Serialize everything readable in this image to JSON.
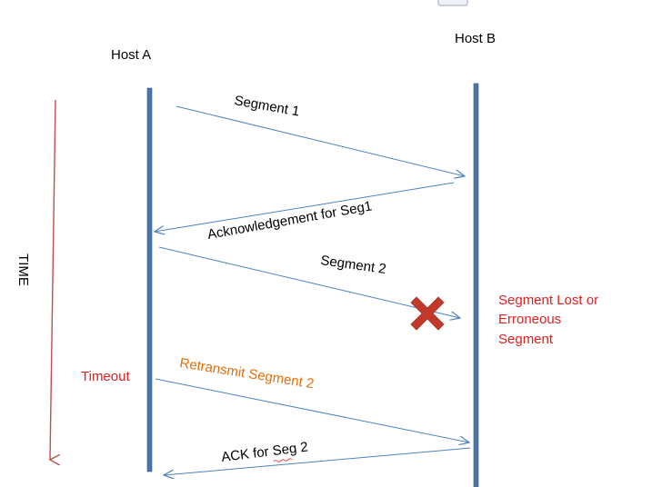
{
  "hosts": {
    "a": "Host A",
    "b": "Host B"
  },
  "time_axis": {
    "label": "TIME"
  },
  "messages": {
    "segment_1": "Segment 1",
    "ack_seg1": "Acknowledgement for Seg1",
    "segment_2": "Segment 2",
    "retransmit": "Retransmit Segment 2",
    "ack_seg2": "ACK for Seg 2"
  },
  "events": {
    "timeout": "Timeout",
    "lost_line_1": "Segment Lost or",
    "lost_line_2": "Erroneous",
    "lost_line_3": "Segment"
  },
  "colors": {
    "timeline": "#4a76a8",
    "arrow": "#4f81bd",
    "time_arrow": "#c0504d",
    "alert_text": "#e02020",
    "retransmit_text": "#e46c0a",
    "cross": "#c0392b"
  },
  "icons": {
    "loss_marker": "x-mark-icon"
  }
}
